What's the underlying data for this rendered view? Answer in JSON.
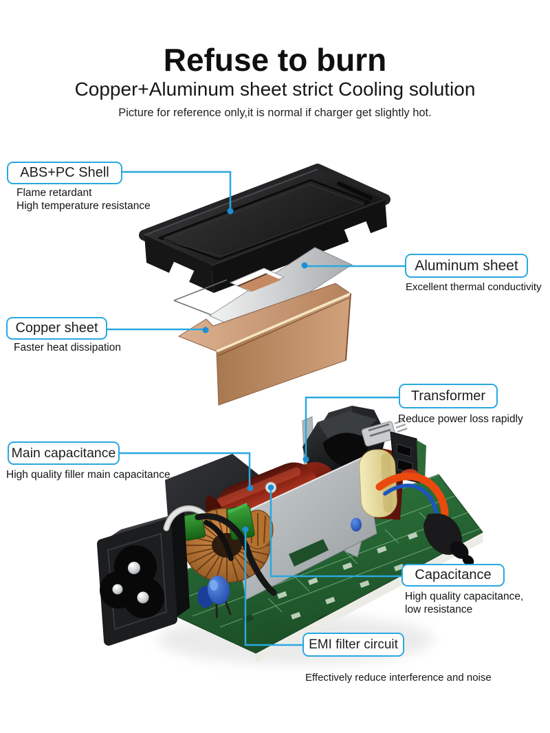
{
  "colors": {
    "accent": "#29a8e0",
    "leader_dot": "#1e8fd5",
    "text": "#141414",
    "shell_black": "#1d1d1f",
    "aluminum_gray": "#c9cccd",
    "copper": "#c08a66",
    "pcb_green": "#2f7a3f",
    "capacitor_red": "#8c2416",
    "film_cap_yellow": "#e9dda0",
    "disc_cap_blue": "#2a5fd0",
    "coil_copper": "#b5722f",
    "wire_orange": "#e8470d"
  },
  "header": {
    "title": "Refuse to burn",
    "subtitle": "Copper+Aluminum sheet strict Cooling solution",
    "note": "Picture for reference only,it is normal if charger get slightly hot."
  },
  "callouts": [
    {
      "id": "abs-pc-shell",
      "label": "ABS+PC Shell",
      "desc1": "Flame retardant",
      "desc2": "High temperature resistance"
    },
    {
      "id": "aluminum-sheet",
      "label": "Aluminum sheet",
      "desc1": "Excellent thermal conductivity"
    },
    {
      "id": "copper-sheet",
      "label": "Copper sheet",
      "desc1": "Faster heat dissipation"
    },
    {
      "id": "transformer",
      "label": "Transformer",
      "desc1": "Reduce power loss rapidly"
    },
    {
      "id": "main-capacitance",
      "label": "Main capacitance",
      "desc1": "High quality filler main capacitance"
    },
    {
      "id": "capacitance",
      "label": "Capacitance",
      "desc1": "High quality capacitance,",
      "desc2": "low resistance"
    },
    {
      "id": "emi-filter",
      "label": "EMI filter circuit",
      "desc1": "Effectively reduce interference and noise"
    }
  ]
}
